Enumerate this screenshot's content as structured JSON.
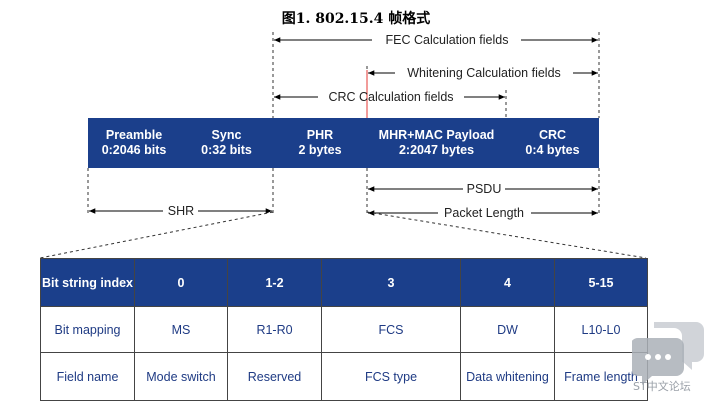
{
  "title": "图1. 802.15.4 帧格式",
  "dimensions": {
    "fec": "FEC Calculation fields",
    "whitening": "Whitening Calculation fields",
    "crc": "CRC Calculation fields",
    "psdu": "PSDU",
    "packet_length": "Packet Length",
    "shr": "SHR"
  },
  "frame_fields": [
    {
      "name": "Preamble",
      "size": "0:2046 bits"
    },
    {
      "name": "Sync",
      "size": "0:32 bits"
    },
    {
      "name": "PHR",
      "size": "2 bytes"
    },
    {
      "name": "MHR+MAC Payload",
      "size": "2:2047 bytes"
    },
    {
      "name": "CRC",
      "size": "0:4 bytes"
    }
  ],
  "bit_table": {
    "header": [
      "Bit string index",
      "0",
      "1-2",
      "3",
      "4",
      "5-15"
    ],
    "mapping": [
      "Bit mapping",
      "MS",
      "R1-R0",
      "FCS",
      "DW",
      "L10-L0"
    ],
    "field_name": [
      "Field name",
      "Mode switch",
      "Reserved",
      "FCS type",
      "Data whitening",
      "Frame length"
    ]
  },
  "watermark": "ST中文论坛",
  "colors": {
    "field_bg": "#1b3f8b",
    "text_blue": "#1f3b84",
    "red_line": "#e53935"
  }
}
